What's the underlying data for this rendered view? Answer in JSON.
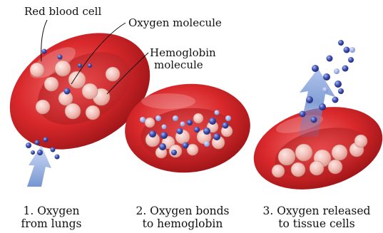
{
  "labels": {
    "red_blood_cell": "Red blood cell",
    "oxygen_molecule": "Oxygen molecule",
    "hemoglobin_line1": "Hemoglobin",
    "hemoglobin_line2": "molecule"
  },
  "captions": {
    "step1_line1": "1. Oxygen",
    "step1_line2": "from lungs",
    "step2_line1": "2. Oxygen bonds",
    "step2_line2": "to hemoglobin",
    "step3_line1": "3. Oxygen released",
    "step3_line2": "to tissue cells"
  },
  "colors": {
    "cell_red": "#d6282b",
    "cell_dark": "#9e1518",
    "hemoglobin_pink": "#f6cfc8",
    "oxygen_blue": "#3949a8",
    "arrow_blue": "#7f9fd4"
  }
}
